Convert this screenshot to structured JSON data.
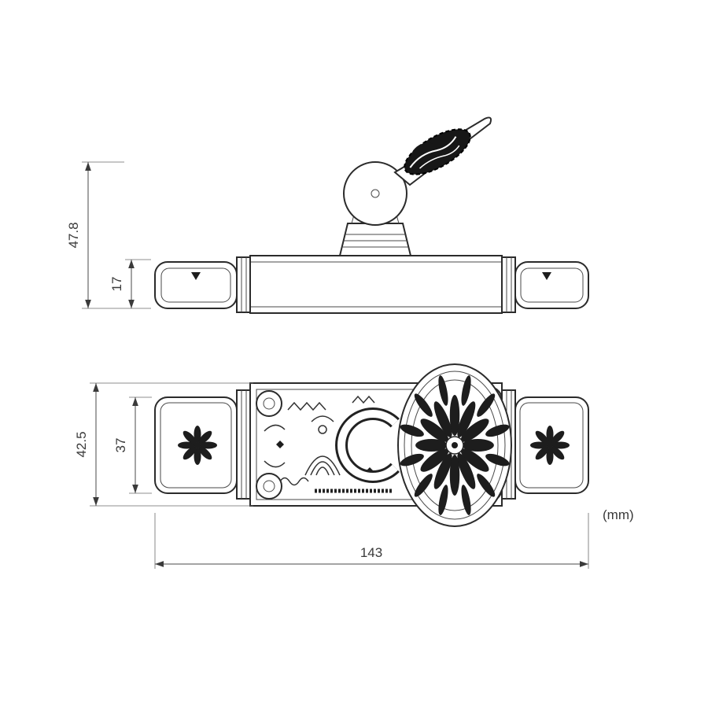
{
  "drawing": {
    "unit_label": "(mm)",
    "dims": {
      "overall_height": "47.8",
      "body_height": "17",
      "overall_depth": "42.5",
      "cap_depth": "37",
      "overall_length": "143"
    }
  }
}
